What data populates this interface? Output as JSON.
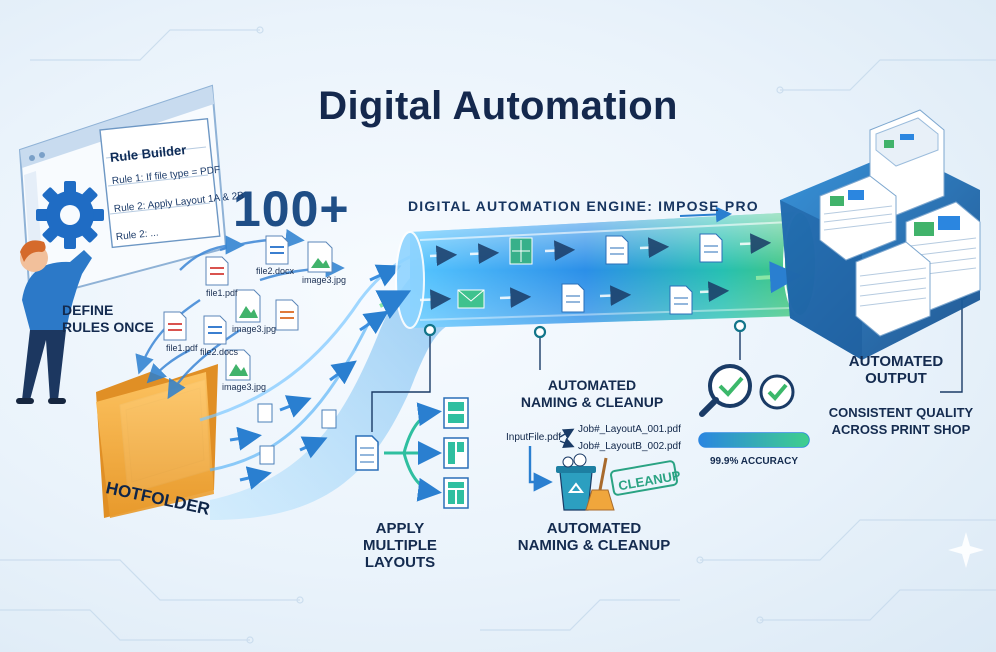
{
  "title": "Digital Automation",
  "count_label": "100+",
  "engine_label": "DIGITAL AUTOMATION ENGINE: IMPOSE PRO",
  "rule_builder": {
    "title": "Rule Builder",
    "rules": [
      "Rule 1: If file type = PDF",
      "Rule 2: Apply Layout 1A & 2B",
      "Rule 2: ..."
    ]
  },
  "define_rules": [
    "DEFINE",
    "RULES ONCE"
  ],
  "hotfolder_label": "HOTFOLDER",
  "files": {
    "file1_pdf_top": "file1.pdf",
    "file2_docx_top": "file2.docx",
    "image3_jpg_top": "image3.jpg",
    "image3_jpg_mid": "image3.jpg",
    "file1_pdf_bottom": "file1.pdf",
    "file2_docx_bottom": "file2.docs",
    "image3_jpg_bottom": "image3.jpg"
  },
  "apply_layouts": [
    "APPLY MULTIPLE",
    "LAYOUTS"
  ],
  "naming_top": [
    "AUTOMATED",
    "NAMING & CLEANUP"
  ],
  "naming_bottom": [
    "AUTOMATED",
    "NAMING & CLEANUP"
  ],
  "rename": {
    "input": "InputFile.pdf",
    "outputs": [
      "Job#_LayoutA_001.pdf",
      "Job#_LayoutB_002.pdf"
    ]
  },
  "cleanup_stamp": "CLEANUP",
  "accuracy": {
    "label": "99.9% ACCURACY",
    "value": 99.9
  },
  "output_label": [
    "AUTOMATED",
    "OUTPUT"
  ],
  "quality_label": [
    "CONSISTENT QUALITY",
    "ACROSS PRINT SHOP"
  ],
  "colors": {
    "title": "#14284d",
    "accent_blue": "#2f8fe0",
    "accent_teal": "#2cc7a6",
    "accent_green": "#5cc47a",
    "folder": "#f4b04a",
    "node": "#12758a"
  }
}
